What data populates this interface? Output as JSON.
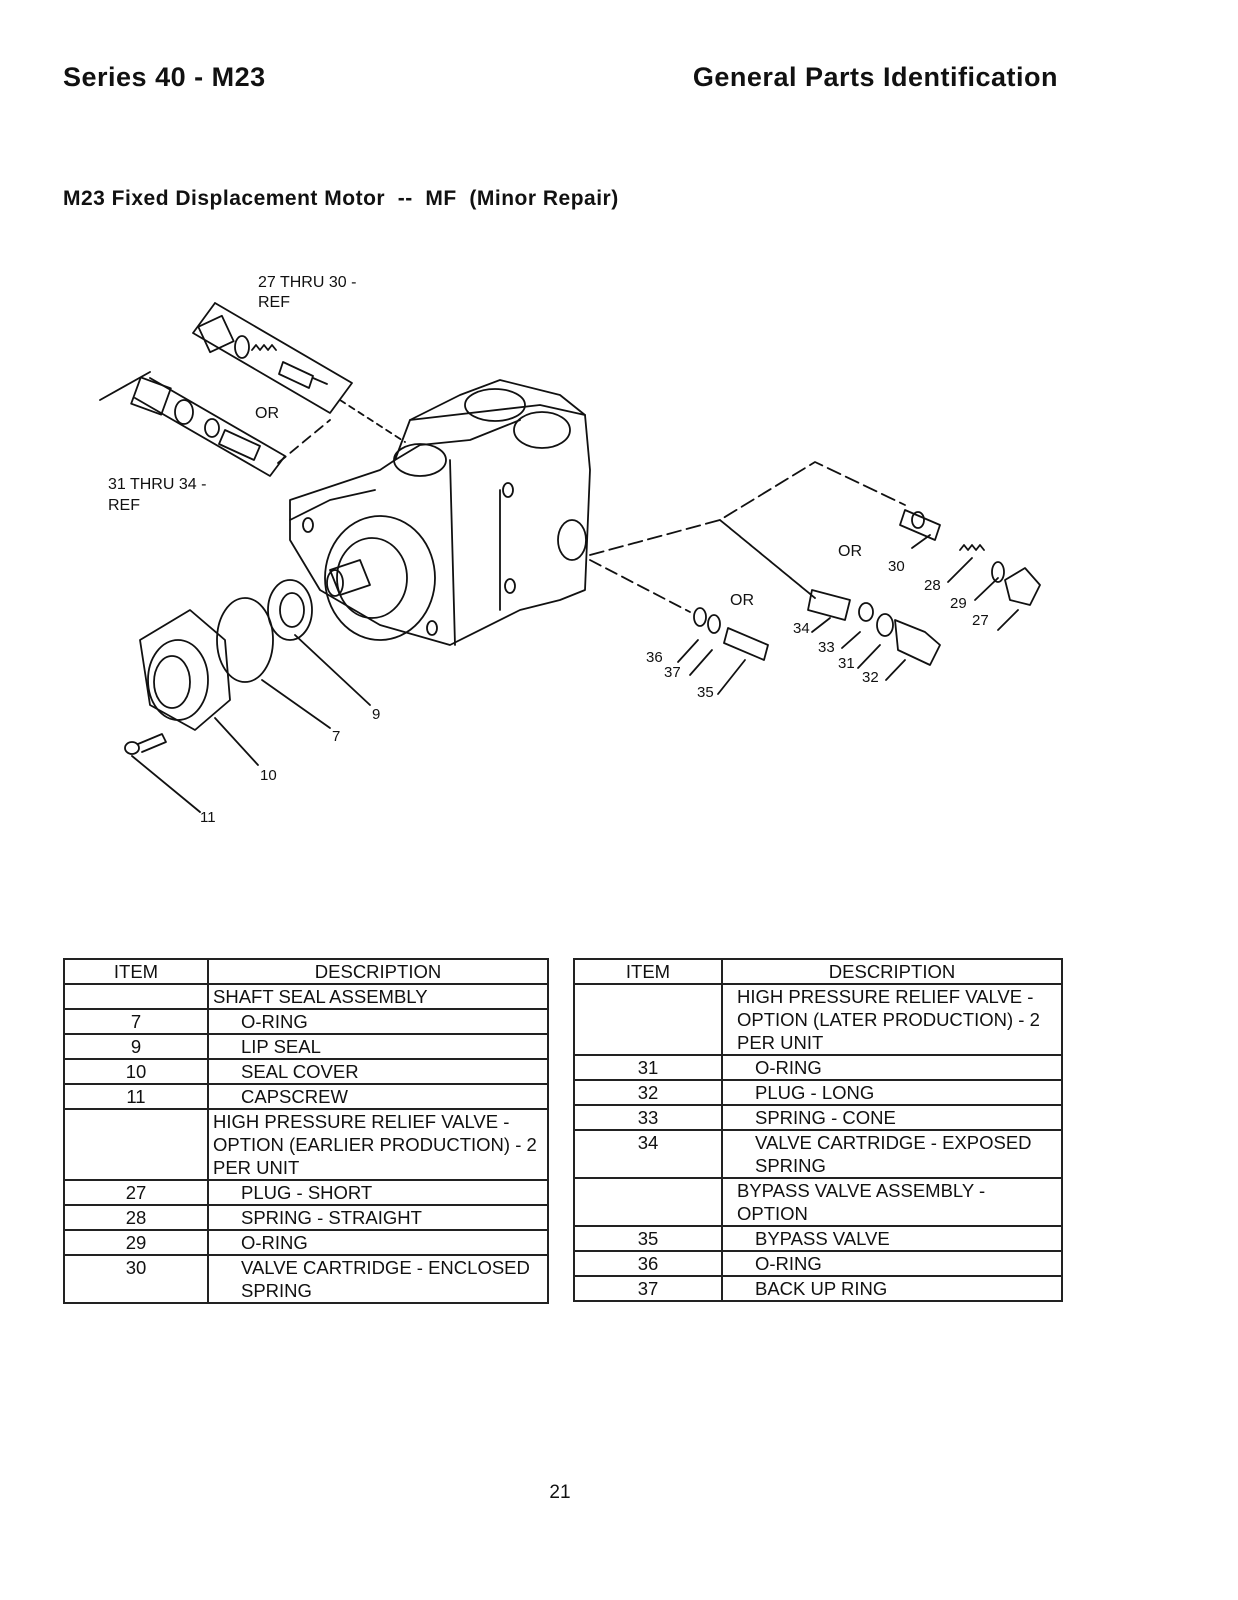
{
  "header": {
    "left": "Series 40 - M23",
    "right": "General Parts Identification"
  },
  "subtitle": "M23 Fixed Displacement Motor  --  MF  (Minor Repair)",
  "diagram": {
    "callouts": {
      "ref_27_30_line1": "27 THRU 30 -",
      "ref_27_30_line2": "REF",
      "ref_31_34_line1": "31 THRU 34 -",
      "ref_31_34_line2": "REF",
      "or_upper_left": "OR",
      "or_right_top": "OR",
      "or_right_mid": "OR",
      "n7": "7",
      "n9": "9",
      "n10": "10",
      "n11": "11",
      "n27": "27",
      "n28": "28",
      "n29": "29",
      "n30": "30",
      "n31": "31",
      "n32": "32",
      "n33": "33",
      "n34": "34",
      "n35": "35",
      "n36": "36",
      "n37": "37"
    }
  },
  "table_left": {
    "header": {
      "item": "ITEM",
      "description": "DESCRIPTION"
    },
    "rows": [
      {
        "item": "",
        "description": "SHAFT SEAL ASSEMBLY",
        "style": "grp0"
      },
      {
        "item": "7",
        "description": "O-RING",
        "style": "sub"
      },
      {
        "item": "9",
        "description": "LIP SEAL",
        "style": "sub"
      },
      {
        "item": "10",
        "description": "SEAL COVER",
        "style": "sub"
      },
      {
        "item": "11",
        "description": "CAPSCREW",
        "style": "sub"
      },
      {
        "item": "",
        "description": "HIGH PRESSURE RELIEF VALVE - OPTION (EARLIER PRODUCTION) - 2 PER UNIT",
        "style": "grp0"
      },
      {
        "item": "27",
        "description": "PLUG - SHORT",
        "style": "sub"
      },
      {
        "item": "28",
        "description": "SPRING - STRAIGHT",
        "style": "sub"
      },
      {
        "item": "29",
        "description": "O-RING",
        "style": "sub"
      },
      {
        "item": "30",
        "description": "VALVE CARTRIDGE - ENCLOSED SPRING",
        "style": "sub"
      }
    ]
  },
  "table_right": {
    "header": {
      "item": "ITEM",
      "description": "DESCRIPTION"
    },
    "rows": [
      {
        "item": "",
        "description": "HIGH PRESSURE RELIEF VALVE - OPTION (LATER PRODUCTION) - 2 PER UNIT",
        "style": "grp"
      },
      {
        "item": "31",
        "description": "O-RING",
        "style": "sub"
      },
      {
        "item": "32",
        "description": "PLUG - LONG",
        "style": "sub"
      },
      {
        "item": "33",
        "description": "SPRING - CONE",
        "style": "sub"
      },
      {
        "item": "34",
        "description": "VALVE CARTRIDGE - EXPOSED SPRING",
        "style": "sub"
      },
      {
        "item": "",
        "description": "BYPASS VALVE ASSEMBLY - OPTION",
        "style": "grp"
      },
      {
        "item": "35",
        "description": "BYPASS VALVE",
        "style": "sub"
      },
      {
        "item": "36",
        "description": "O-RING",
        "style": "sub"
      },
      {
        "item": "37",
        "description": "BACK UP RING",
        "style": "sub"
      }
    ]
  },
  "page_number": "21"
}
